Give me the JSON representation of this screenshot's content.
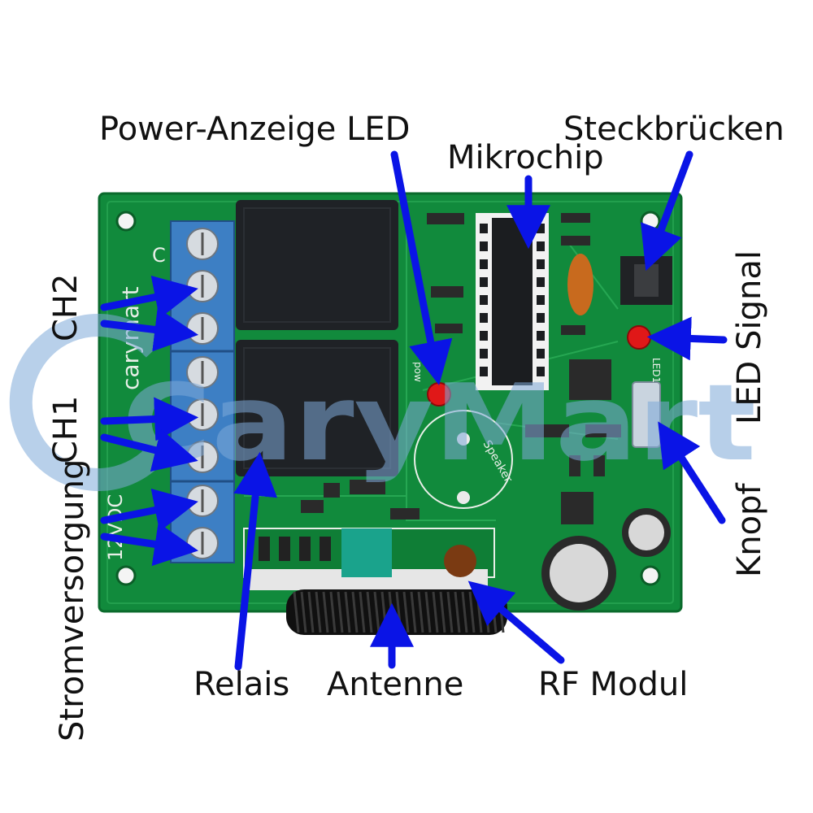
{
  "labels": {
    "power_led": "Power-Anzeige LED",
    "mikrochip": "Mikrochip",
    "steckbruecken": "Steckbrücken",
    "ch2": "CH2",
    "ch1": "CH1",
    "stromversorgung": "Stromversorgung",
    "led_signal": "LED Signal",
    "knopf": "Knopf",
    "relais": "Relais",
    "antenne": "Antenne",
    "rf_modul": "RF Modul"
  },
  "board_text": {
    "watermark": "CaryMart",
    "brand": "carymart",
    "speaker": "Speaker",
    "pow": "pow",
    "led1": "LED1",
    "terminal_c": "C",
    "dc": "12VDC"
  },
  "colors": {
    "pcb": "#118a3c",
    "terminal": "#3d7fc4",
    "arrow": "#0a14e6",
    "watermark": "#7ea9d8",
    "relay": "#1f2226"
  }
}
